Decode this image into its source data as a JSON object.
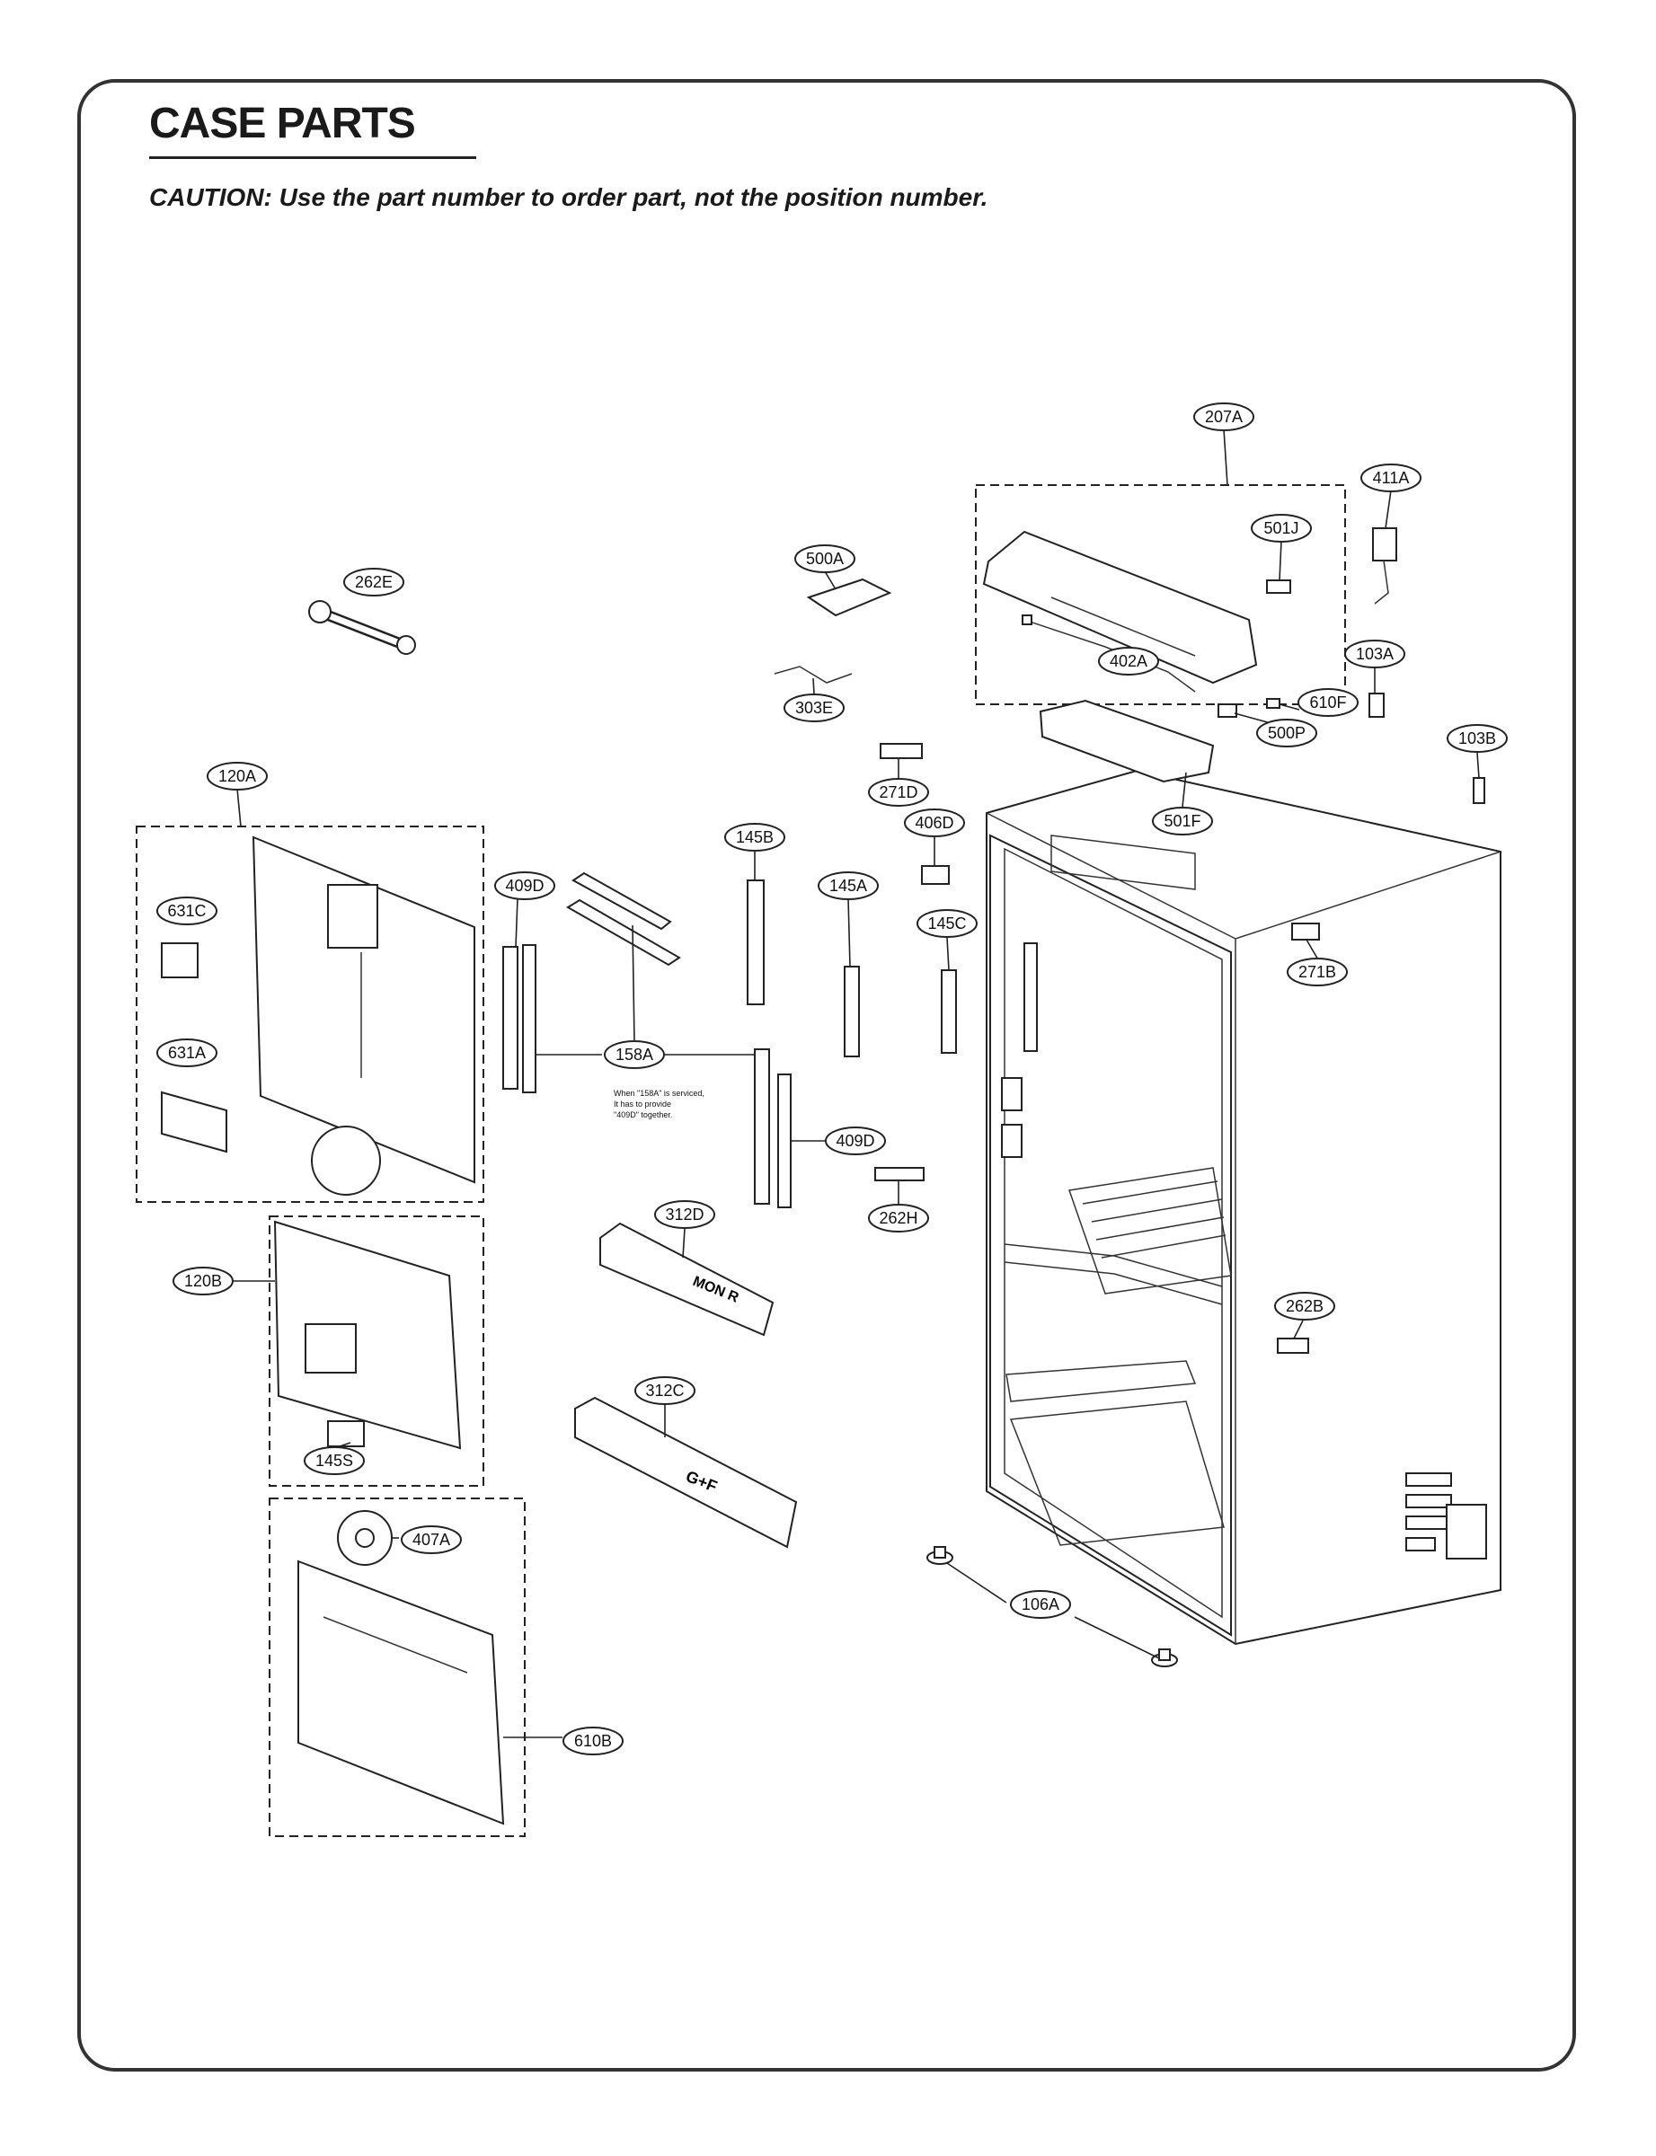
{
  "header": {
    "title": "CASE PARTS",
    "caution": "CAUTION: Use the part number to order part, not the position number."
  },
  "note_158A": {
    "line1": "When \"158A\" is serviced,",
    "line2": "It has to provide",
    "line3": "\"409D\" together."
  },
  "part_markings": {
    "bin_312D": "MON R",
    "bin_312C": "G+F"
  },
  "callouts": {
    "c207A": "207A",
    "c411A": "411A",
    "c501J": "501J",
    "c500A": "500A",
    "c262E": "262E",
    "c402A": "402A",
    "c103A": "103A",
    "c303E": "303E",
    "c610F": "610F",
    "c500P": "500P",
    "c103B": "103B",
    "c271D": "271D",
    "c120A": "120A",
    "c501F": "501F",
    "c406D": "406D",
    "c145B": "145B",
    "c409D_top": "409D",
    "c145A": "145A",
    "c631C": "631C",
    "c145C": "145C",
    "c271B": "271B",
    "c631A": "631A",
    "c158A": "158A",
    "c409D_bottom": "409D",
    "c262H": "262H",
    "c312D": "312D",
    "c120B": "120B",
    "c262B": "262B",
    "c312C": "312C",
    "c145S": "145S",
    "c407A": "407A",
    "c106A": "106A",
    "c610B": "610B"
  }
}
